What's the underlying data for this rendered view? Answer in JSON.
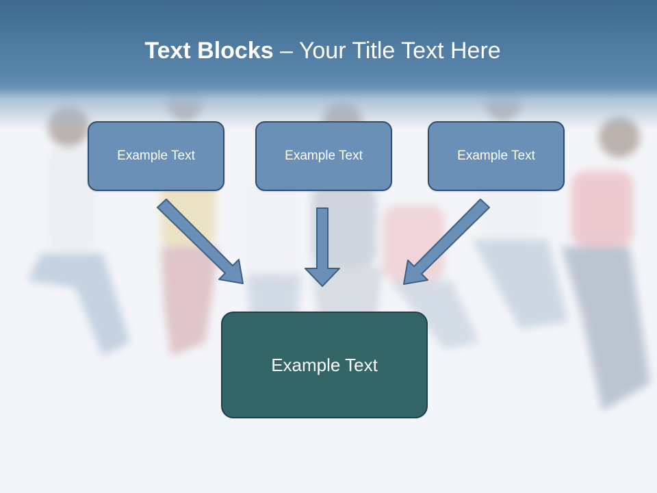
{
  "title": {
    "bold": "Text Blocks",
    "separator": " – ",
    "rest": "Your Title Text Here"
  },
  "blocks": {
    "top": [
      "Example Text",
      "Example Text",
      "Example Text"
    ],
    "bottom": "Example Text"
  },
  "colors": {
    "header": "#5a86ad",
    "top_box_fill": "#6a90b8",
    "top_box_border": "#2f4d6b",
    "bottom_box_fill": "#336466",
    "arrow_fill": "#6a90b8",
    "arrow_stroke": "#3d5f82"
  }
}
